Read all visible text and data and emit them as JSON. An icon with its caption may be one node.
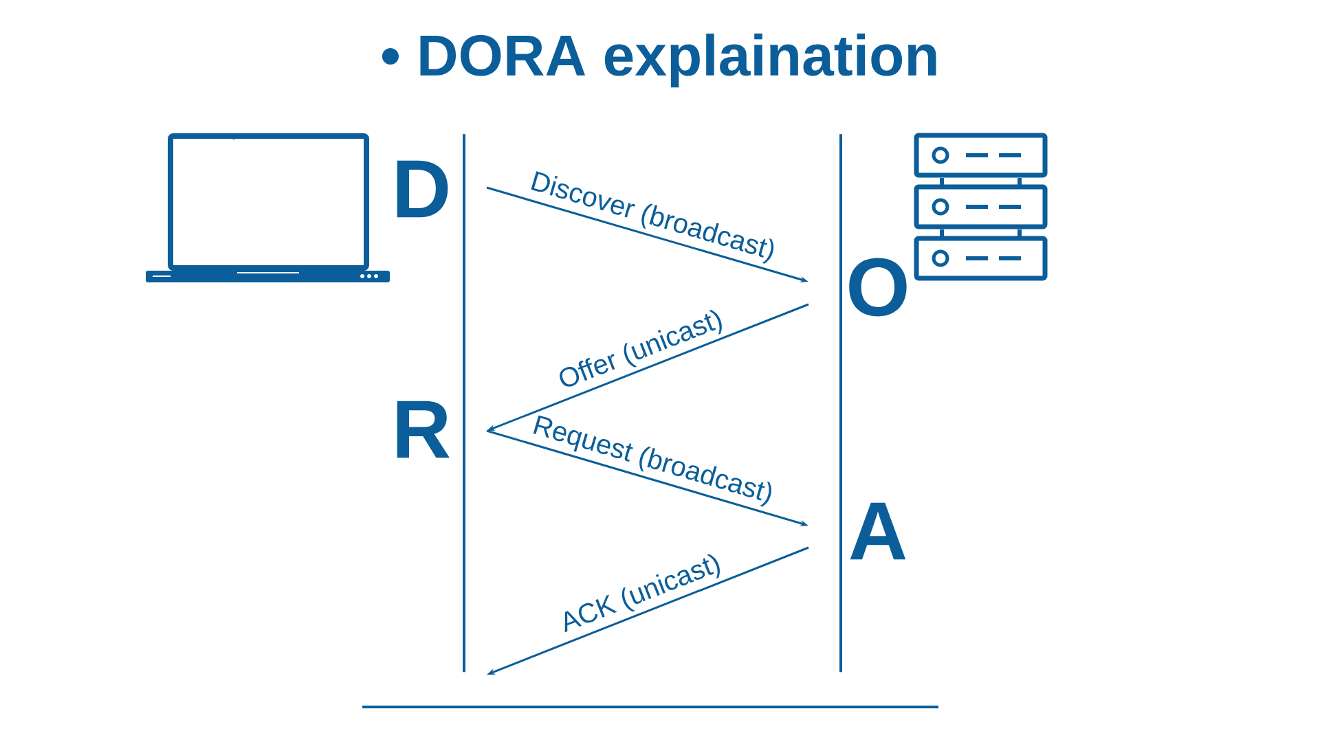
{
  "diagram": {
    "title": "• DORA explaination",
    "nodes": [
      {
        "text": [],
        "shape": "bar"
      },
      {
        "text": [],
        "shape": "bar"
      }
    ],
    "edges": [
      {
        "from": 0,
        "to": 1,
        "arrow": "to",
        "label": "Discover (broadcast)"
      },
      {
        "from": 1,
        "to": 0,
        "arrow": "to",
        "label": "Offer (unicast)"
      },
      {
        "from": 0,
        "to": 1,
        "arrow": "to",
        "label": "Request (broadcast)"
      },
      {
        "from": 1,
        "to": 0,
        "arrow": "to",
        "label": "ACK (unicast)"
      }
    ],
    "labels": [
      "D",
      "O",
      "R",
      "A"
    ]
  }
}
